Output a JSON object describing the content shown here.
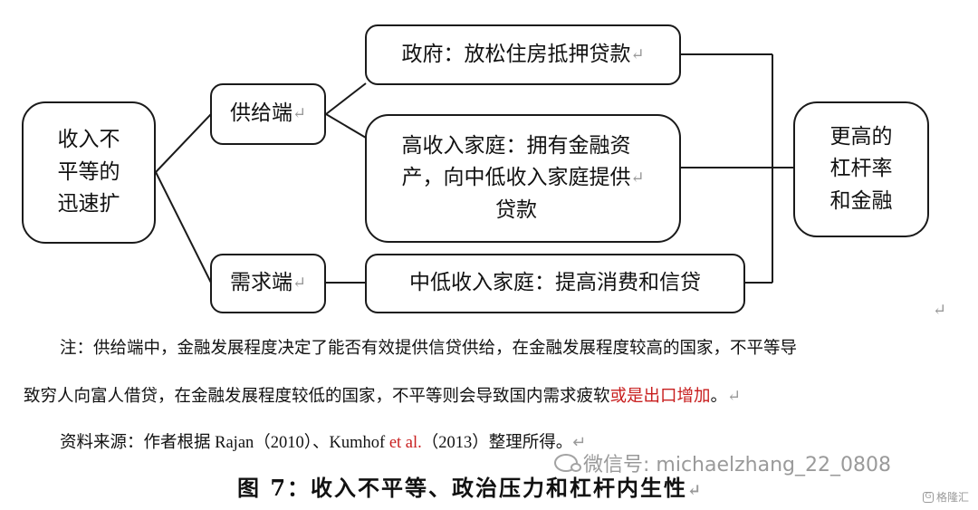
{
  "diagram": {
    "source_box": "收入不\n平等的\n迅速扩",
    "supply_side": "供给端",
    "demand_side": "需求端",
    "government": "政府：放松住房抵押贷款",
    "high_income": "高收入家庭：拥有金融资\n产，向中低收入家庭提供\n贷款",
    "low_income": "中低收入家庭：提高消费和信贷",
    "result_box": "更高的\n杠杆率\n和金融"
  },
  "para_mark": "↵",
  "note": {
    "line1": "注：供给端中，金融发展程度决定了能否有效提供信贷供给，在金融发展程度较高的国家，不平等导",
    "line2_black": "致穷人向富人借贷，在金融发展程度较低的国家，不平等则会导致国内需求疲软",
    "line2_red": "或是出口增加",
    "line2_end": "。"
  },
  "source": {
    "prefix": "资料来源：作者根据 Rajan（2010）、Kumhof ",
    "etal": "et al.",
    "suffix": "（2013）整理所得。"
  },
  "caption": "图 7：收入不平等、政治压力和杠杆内生性",
  "watermark": "微信号: michaelzhang_22_0808",
  "logo": "格隆汇",
  "colors": {
    "highlight_red": "#c81e1e",
    "border": "#1a1a1a"
  }
}
